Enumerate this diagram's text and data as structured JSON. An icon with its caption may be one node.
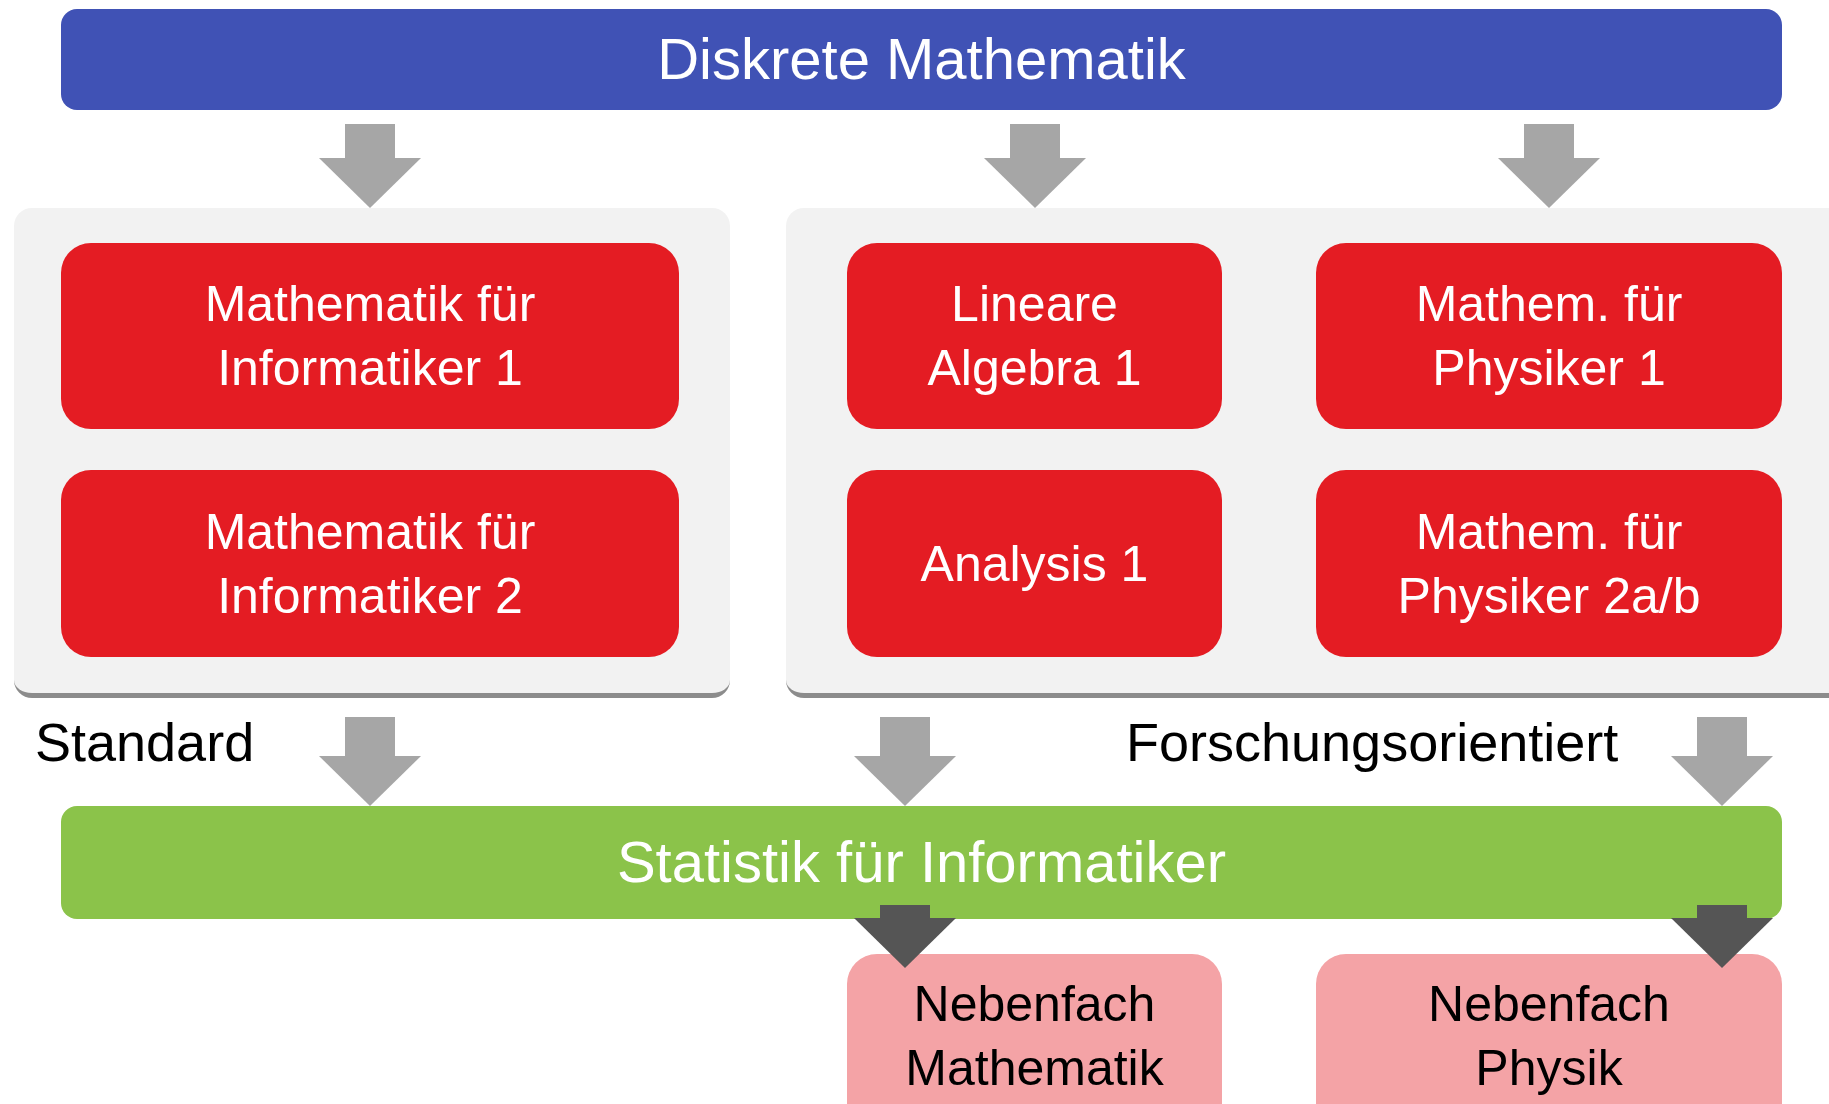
{
  "diagram": {
    "nodes": [
      {
        "text": [
          "Diskrete Mathematik"
        ]
      },
      {
        "text": [
          "Standard"
        ]
      },
      {
        "text": [
          "Mathematik für Informatiker 1"
        ],
        "in": 1
      },
      {
        "text": [
          "Mathematik für Informatiker 2"
        ],
        "in": 1
      },
      {
        "text": [
          "Forschungsorientiert"
        ]
      },
      {
        "text": [
          "Lineare Algebra 1"
        ],
        "in": 4
      },
      {
        "text": [
          "Analysis 1"
        ],
        "in": 4
      },
      {
        "text": [
          "Mathem. für Physiker 1"
        ],
        "in": 4
      },
      {
        "text": [
          "Mathem. für Physiker 2a/b"
        ],
        "in": 4
      },
      {
        "text": [
          "Statistik für Informatiker"
        ]
      },
      {
        "text": [
          "Nebenfach Mathematik"
        ]
      },
      {
        "text": [
          "Nebenfach Physik"
        ]
      }
    ],
    "edges": [
      {
        "from": 0,
        "to": 1,
        "arrow": "to"
      },
      {
        "from": 0,
        "to": 4,
        "arrow": "to"
      },
      {
        "from": 0,
        "to": 4,
        "arrow": "to"
      },
      {
        "from": 1,
        "to": 9,
        "arrow": "to"
      },
      {
        "from": 4,
        "to": 9,
        "arrow": "to"
      },
      {
        "from": 4,
        "to": 9,
        "arrow": "to"
      },
      {
        "from": 9,
        "to": 10,
        "arrow": "to",
        "color": "#555555"
      },
      {
        "from": 9,
        "to": 11,
        "arrow": "to",
        "color": "#555555"
      }
    ]
  }
}
